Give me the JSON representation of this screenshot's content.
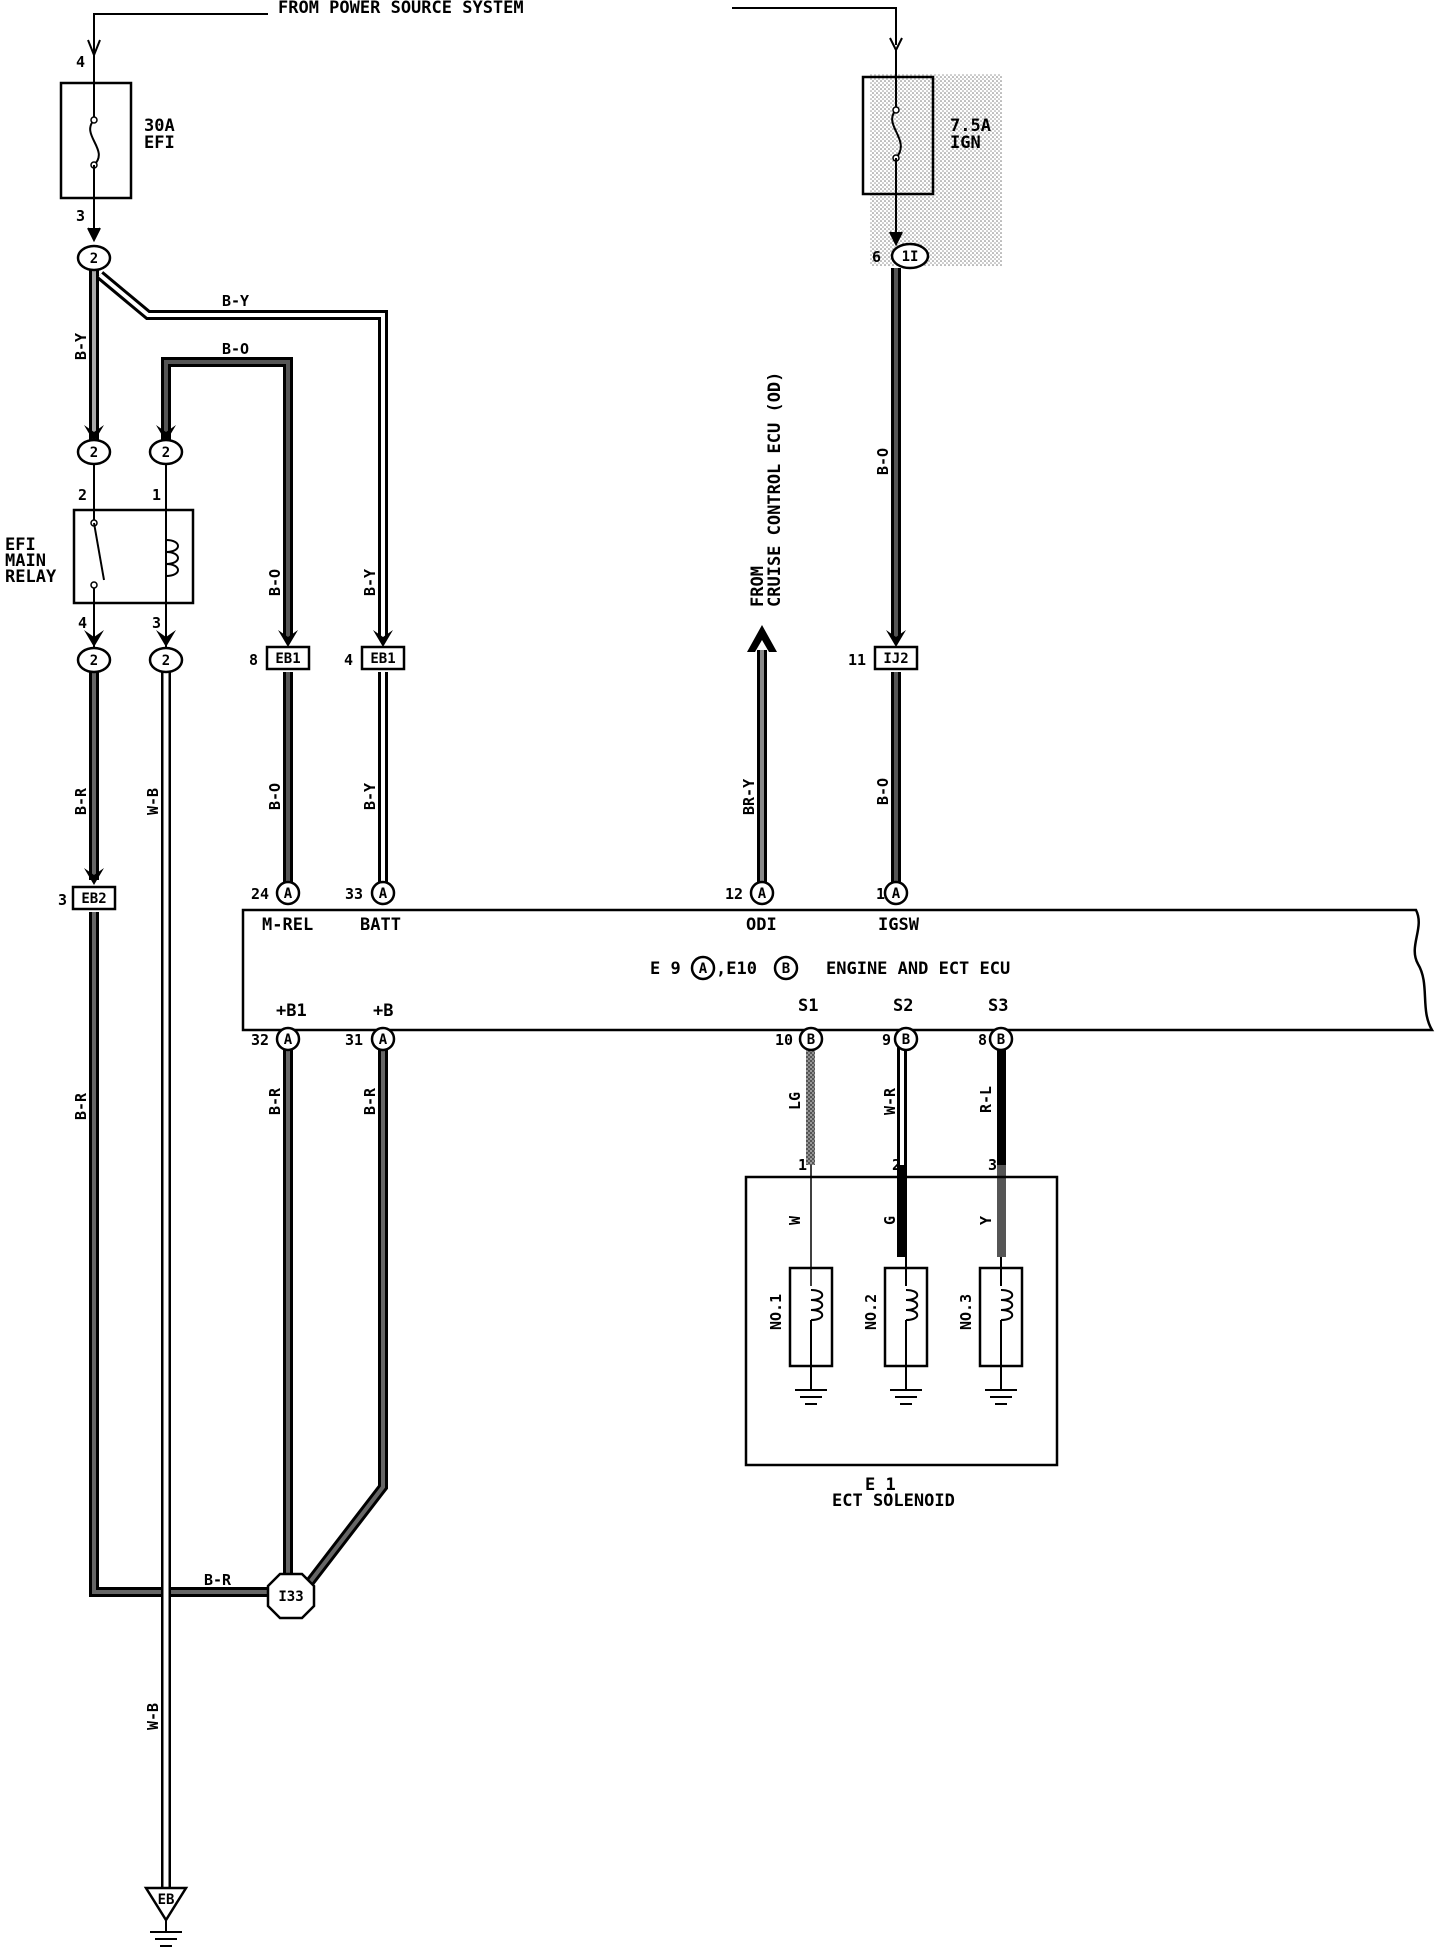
{
  "header": {
    "power_source": "FROM POWER SOURCE SYSTEM"
  },
  "fuses": {
    "efi_label_1": "30A",
    "efi_label_2": "EFI",
    "efi_pin_top": "4",
    "efi_pin_bottom": "3",
    "ign_label_1": "7.5A",
    "ign_label_2": "IGN"
  },
  "relay": {
    "label_1": "EFI",
    "label_2": "MAIN",
    "label_3": "RELAY",
    "pin_2": "2",
    "pin_1": "1",
    "pin_4": "4",
    "pin_3": "3"
  },
  "junctions": {
    "j2": "2",
    "ign_pin": "6",
    "ign_conn": "1I"
  },
  "connectors": {
    "eb1": "EB1",
    "eb2": "EB2",
    "ij2": "IJ2",
    "i33": "I33",
    "eb1_pin_a": "8",
    "eb1_pin_b": "4",
    "eb2_pin": "3",
    "ij2_pin": "11",
    "a": "A",
    "b": "B"
  },
  "wires": {
    "b_y": "B-Y",
    "b_o": "B-O",
    "b_r": "B-R",
    "w_b": "W-B",
    "br_y": "BR-Y",
    "lg": "LG",
    "w_r": "W-R",
    "r_l": "R-L",
    "w": "W",
    "g": "G",
    "y": "Y"
  },
  "cruise": {
    "line_1": "FROM",
    "line_2": "CRUISE CONTROL ECU (OD)"
  },
  "ecu": {
    "title_prefix": "E 9",
    "title_mid": ",E10",
    "title_suffix": "ENGINE AND ECT ECU",
    "pin_24": "24",
    "pin_33": "33",
    "pin_12": "12",
    "pin_1": "1",
    "pin_32": "32",
    "pin_31": "31",
    "pin_10": "10",
    "pin_9": "9",
    "pin_8": "8",
    "term_mrel": "M-REL",
    "term_batt": "BATT",
    "term_odi": "ODI",
    "term_igsw": "IGSW",
    "term_b1": "+B1",
    "term_b": "+B",
    "term_s1": "S1",
    "term_s2": "S2",
    "term_s3": "S3"
  },
  "solenoid": {
    "pin_1": "1",
    "pin_2": "2",
    "pin_3": "3",
    "no1": "NO.1",
    "no2": "NO.2",
    "no3": "NO.3",
    "code": "E 1",
    "name": "ECT SOLENOID"
  },
  "ground": {
    "label": "EB"
  }
}
